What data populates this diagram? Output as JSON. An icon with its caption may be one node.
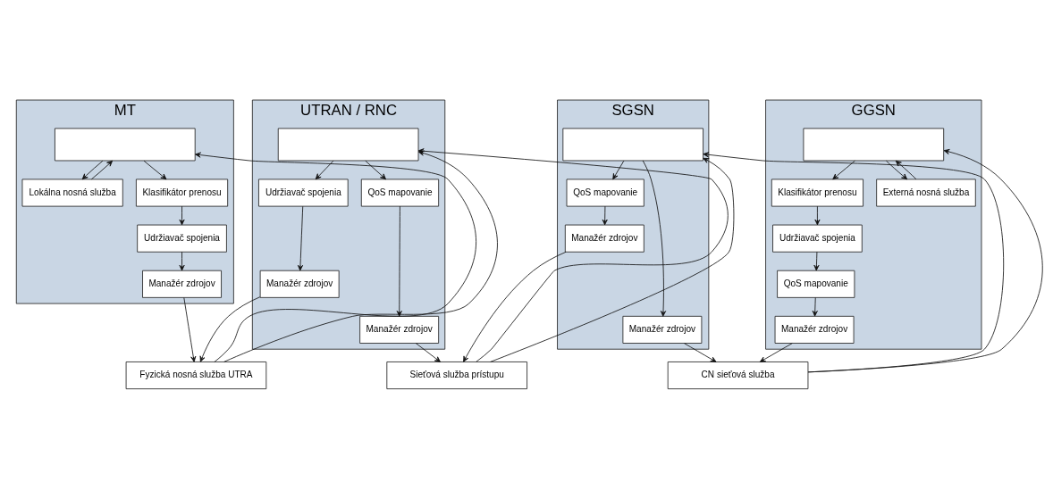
{
  "diagram": {
    "nodes": [
      {
        "text": [
          "MT"
        ]
      },
      {
        "text": [],
        "shape": "box",
        "in": 0
      },
      {
        "text": [
          "Lokálna nosná služba"
        ],
        "in": 0
      },
      {
        "text": [
          "Klasifikátor prenosu"
        ],
        "in": 0
      },
      {
        "text": [
          "Udržiavač spojenia"
        ],
        "in": 0
      },
      {
        "text": [
          "Manažér zdrojov"
        ],
        "in": 0
      },
      {
        "text": [
          "UTRAN / RNC"
        ]
      },
      {
        "text": [],
        "shape": "box",
        "in": 6
      },
      {
        "text": [
          "Udržiavač spojenia"
        ],
        "in": 6
      },
      {
        "text": [
          "Manažér zdrojov"
        ],
        "in": 6
      },
      {
        "text": [
          "QoS mapovanie"
        ],
        "in": 6
      },
      {
        "text": [
          "Manažér zdrojov"
        ],
        "in": 6
      },
      {
        "text": [
          "SGSN"
        ]
      },
      {
        "text": [],
        "shape": "box",
        "in": 12
      },
      {
        "text": [
          "QoS mapovanie"
        ],
        "in": 12
      },
      {
        "text": [
          "Manažér zdrojov"
        ],
        "in": 12
      },
      {
        "text": [
          "Manažér zdrojov"
        ],
        "in": 12
      },
      {
        "text": [
          "GGSN"
        ]
      },
      {
        "text": [],
        "shape": "box",
        "in": 17
      },
      {
        "text": [
          "Klasifikátor prenosu"
        ],
        "in": 17
      },
      {
        "text": [
          "Udržiavač spojenia"
        ],
        "in": 17
      },
      {
        "text": [
          "QoS mapovanie"
        ],
        "in": 17
      },
      {
        "text": [
          "Manažér zdrojov"
        ],
        "in": 17
      },
      {
        "text": [
          "Externá nosná služba"
        ],
        "in": 17
      },
      {
        "text": [
          "Fyzická nosná služba UTRA"
        ]
      },
      {
        "text": [
          "Sieťová služba prístupu"
        ]
      },
      {
        "text": [
          "CN sieťová služba"
        ]
      }
    ],
    "edges": [
      {
        "from": 2,
        "to": 1,
        "arrow": "to"
      },
      {
        "from": 1,
        "to": 2,
        "arrow": "to"
      },
      {
        "from": 24,
        "to": 1,
        "arrow": "to"
      },
      {
        "from": 1,
        "to": 3,
        "arrow": "to"
      },
      {
        "from": 3,
        "to": 4,
        "arrow": "to"
      },
      {
        "from": 4,
        "to": 5,
        "arrow": "to"
      },
      {
        "from": 5,
        "to": 24,
        "arrow": "to"
      },
      {
        "from": 7,
        "to": 8,
        "arrow": "to"
      },
      {
        "from": 8,
        "to": 9,
        "arrow": "to"
      },
      {
        "from": 9,
        "to": 24,
        "arrow": "to"
      },
      {
        "from": 24,
        "to": 7,
        "arrow": "to"
      },
      {
        "from": 25,
        "to": 7,
        "arrow": "to"
      },
      {
        "from": 7,
        "to": 10,
        "arrow": "to"
      },
      {
        "from": 10,
        "to": 11,
        "arrow": "to"
      },
      {
        "from": 11,
        "to": 25,
        "arrow": "to"
      },
      {
        "from": 13,
        "to": 14,
        "arrow": "to"
      },
      {
        "from": 14,
        "to": 15,
        "arrow": "to"
      },
      {
        "from": 15,
        "to": 25,
        "arrow": "to"
      },
      {
        "from": 25,
        "to": 13,
        "arrow": "to"
      },
      {
        "from": 26,
        "to": 13,
        "arrow": "to"
      },
      {
        "from": 13,
        "to": 16,
        "arrow": "to"
      },
      {
        "from": 16,
        "to": 26,
        "arrow": "to"
      },
      {
        "from": 18,
        "to": 19,
        "arrow": "to"
      },
      {
        "from": 19,
        "to": 20,
        "arrow": "to"
      },
      {
        "from": 20,
        "to": 21,
        "arrow": "to"
      },
      {
        "from": 21,
        "to": 22,
        "arrow": "to"
      },
      {
        "from": 22,
        "to": 26,
        "arrow": "to"
      },
      {
        "from": 26,
        "to": 18,
        "arrow": "to"
      },
      {
        "from": 23,
        "to": 18,
        "arrow": "to"
      },
      {
        "from": 18,
        "to": 23,
        "arrow": "to"
      }
    ]
  }
}
